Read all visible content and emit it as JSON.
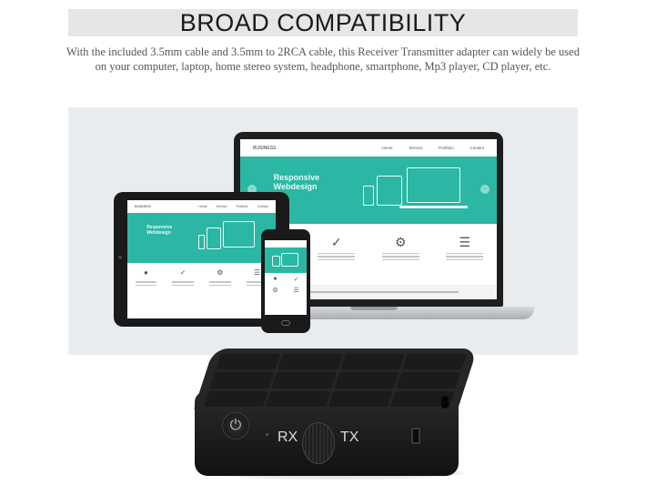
{
  "header": {
    "title": "BROAD COMPATIBILITY",
    "description_line1": "With the included 3.5mm cable and 3.5mm to 2RCA cable, this Receiver Transmitter adapter can widely be used",
    "description_line2": "on your computer, laptop, home stereo system, headphone, smartphone, Mp3 player, CD player, etc."
  },
  "laptop_site": {
    "brand": "BUSINESS",
    "nav": [
      "Home",
      "Service",
      "Portfolio",
      "Contact"
    ],
    "hero_line1": "Responsive",
    "hero_line2": "Webdesign"
  },
  "tablet_site": {
    "hero_line1": "Responsive",
    "hero_line2": "Webdesign"
  },
  "device": {
    "rx_label": "RX",
    "tx_label": "TX"
  },
  "icons": {
    "power": "power-icon",
    "check": "check-icon",
    "gear": "gear-icon",
    "lines": "lines-icon",
    "user": "user-icon"
  },
  "colors": {
    "teal": "#2bb7a3",
    "background_gray": "#e9ecef"
  }
}
